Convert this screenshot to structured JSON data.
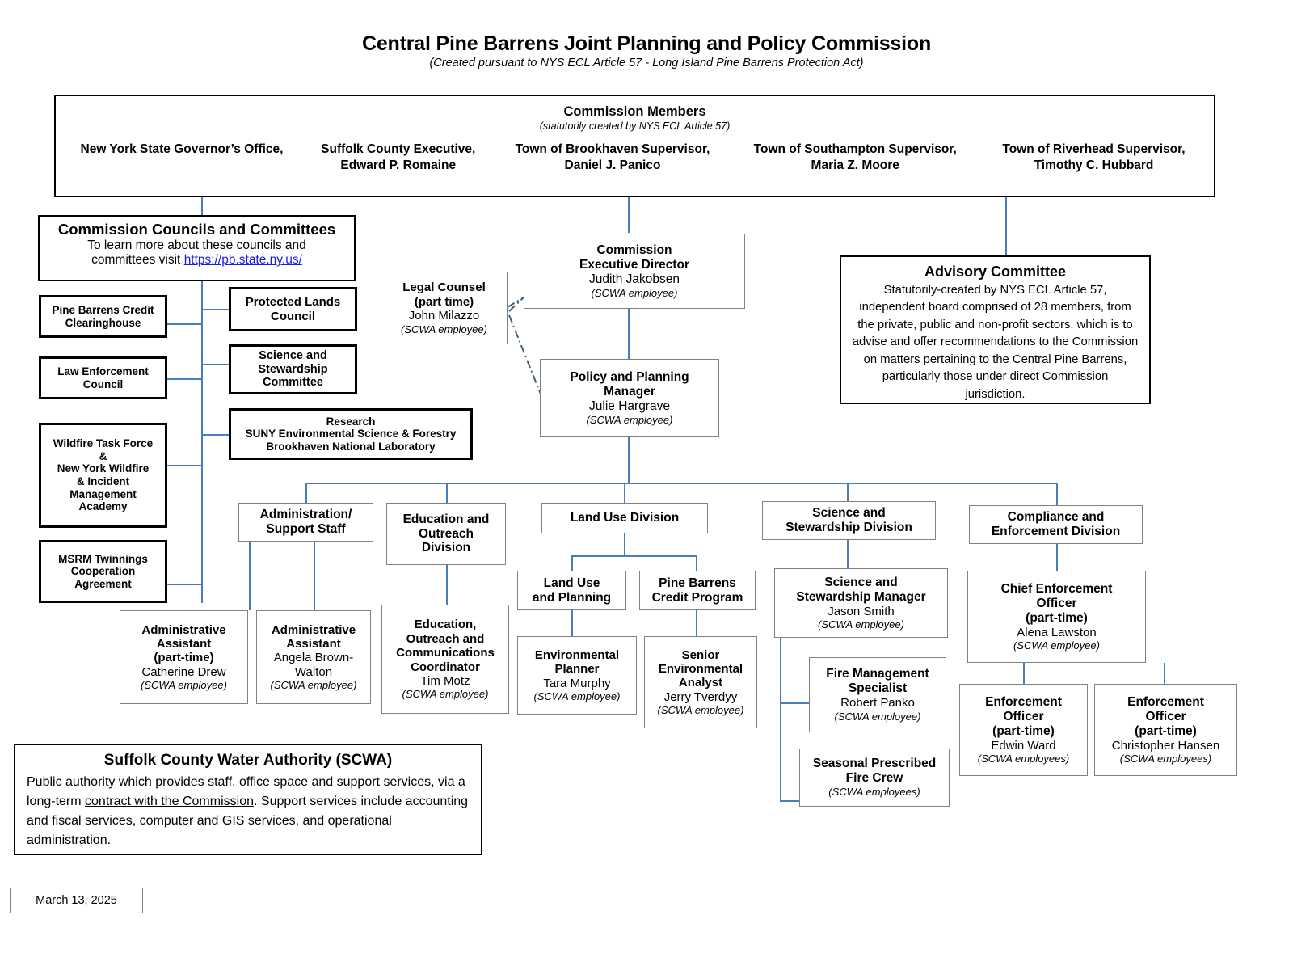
{
  "header": {
    "title": "Central Pine Barrens Joint Planning and Policy Commission",
    "subtitle": "(Created pursuant to NYS ECL Article 57 - Long Island Pine Barrens Protection Act)"
  },
  "commission_members": {
    "heading": "Commission Members",
    "note": "(statutorily created by NYS ECL Article 57)",
    "members": [
      {
        "role": "New York State Governor’s Office,",
        "name": ""
      },
      {
        "role": "Suffolk County Executive,",
        "name": "Edward P. Romaine"
      },
      {
        "role": "Town of Brookhaven Supervisor,",
        "name": "Daniel J. Panico"
      },
      {
        "role": "Town of Southampton Supervisor,",
        "name": "Maria Z. Moore"
      },
      {
        "role": "Town of Riverhead Supervisor,",
        "name": "Timothy C. Hubbard"
      }
    ]
  },
  "councils_panel": {
    "title": "Commission Councils and Committees",
    "text_line1": "To learn more about these councils and",
    "text_line2_prefix": "committees visit ",
    "link_text": "https://pb.state.ny.us/"
  },
  "councils_left": [
    {
      "line1": "Pine Barrens Credit",
      "line2": "Clearinghouse",
      "line3": "",
      "line4": "",
      "line5": "",
      "line6": ""
    },
    {
      "line1": "Law Enforcement",
      "line2": "Council",
      "line3": "",
      "line4": "",
      "line5": "",
      "line6": ""
    },
    {
      "line1": "Wildfire Task Force",
      "line2": "&",
      "line3": "New York Wildfire",
      "line4": "& Incident",
      "line5": "Management",
      "line6": "Academy"
    },
    {
      "line1": "MSRM Twinnings",
      "line2": "Cooperation",
      "line3": "Agreement",
      "line4": "",
      "line5": "",
      "line6": ""
    }
  ],
  "councils_right": [
    {
      "line1": "Protected Lands",
      "line2": "Council",
      "line3": ""
    },
    {
      "line1": "Science and",
      "line2": "Stewardship",
      "line3": "Committee"
    }
  ],
  "research": {
    "line1": "Research",
    "line2": "SUNY Environmental Science & Forestry",
    "line3": "Brookhaven National Laboratory"
  },
  "legal_counsel": {
    "title1": "Legal Counsel",
    "title2": "(part time)",
    "name": "John Milazzo",
    "note": "(SCWA employee)"
  },
  "executive_director": {
    "title1": "Commission",
    "title2": "Executive Director",
    "name": "Judith Jakobsen",
    "note": "(SCWA employee)"
  },
  "policy_manager": {
    "title1": "Policy and Planning",
    "title2": "Manager",
    "name": "Julie Hargrave",
    "note": "(SCWA employee)"
  },
  "advisory_committee": {
    "title": "Advisory Committee",
    "body": "Statutorily-created by NYS ECL Article 57, independent board comprised of 28 members, from the private, public and non-profit sectors, which is to advise and offer recommendations to the Commission on matters pertaining to the Central Pine Barrens, particularly those under direct Commission jurisdiction."
  },
  "divisions": {
    "administration": {
      "line1": "Administration/",
      "line2": "Support Staff"
    },
    "education": {
      "line1": "Education and",
      "line2": "Outreach",
      "line3": "Division"
    },
    "land_use": {
      "line1": "Land Use Division"
    },
    "science": {
      "line1": "Science and",
      "line2": "Stewardship Division"
    },
    "compliance": {
      "line1": "Compliance and",
      "line2": "Enforcement Division"
    }
  },
  "staff": {
    "admin_assistant_pt": {
      "title1": "Administrative",
      "title2": "Assistant",
      "title3": "(part-time)",
      "name": "Catherine Drew",
      "note": "(SCWA employee)"
    },
    "admin_assistant": {
      "title1": "Administrative",
      "title2": "Assistant",
      "title3": "",
      "name1": "Angela Brown-",
      "name2": "Walton",
      "note": "(SCWA employee)"
    },
    "education_coordinator": {
      "title1": "Education,",
      "title2": "Outreach and",
      "title3": "Communications",
      "title4": "Coordinator",
      "name": "Tim Motz",
      "note": "(SCWA employee)"
    },
    "land_use_planning": {
      "line1": "Land Use",
      "line2": "and Planning"
    },
    "pbc_program": {
      "line1": "Pine Barrens",
      "line2": "Credit Program"
    },
    "environmental_planner": {
      "title1": "Environmental",
      "title2": "Planner",
      "name": "Tara Murphy",
      "note": "(SCWA employee)"
    },
    "senior_env_analyst": {
      "title1": "Senior",
      "title2": "Environmental",
      "title3": "Analyst",
      "name": "Jerry Tverdyy",
      "note": "(SCWA employee)"
    },
    "science_manager": {
      "title1": "Science and",
      "title2": "Stewardship Manager",
      "name": "Jason Smith",
      "note": "(SCWA employee)"
    },
    "fire_specialist": {
      "title1": "Fire Management",
      "title2": "Specialist",
      "name": "Robert Panko",
      "note": "(SCWA employee)"
    },
    "fire_crew": {
      "title1": "Seasonal Prescribed",
      "title2": "Fire Crew",
      "note": "(SCWA employees)"
    },
    "chief_enforcement": {
      "title1": "Chief Enforcement",
      "title2": "Officer",
      "title3": "(part-time)",
      "name": "Alena Lawston",
      "note": "(SCWA employee)"
    },
    "enforcement_officer_1": {
      "title1": "Enforcement",
      "title2": "Officer",
      "title3": "(part-time)",
      "name": "Edwin Ward",
      "note": "(SCWA employees)"
    },
    "enforcement_officer_2": {
      "title1": "Enforcement",
      "title2": "Officer",
      "title3": "(part-time)",
      "name": "Christopher Hansen",
      "note": "(SCWA employees)"
    }
  },
  "scwa_panel": {
    "title": "Suffolk County Water Authority (SCWA)",
    "p1": "Public authority which provides staff, office space and support",
    "p2_pre": "services, via a long-term ",
    "p2_underline": "contract with the Commission",
    "p2_post": ". Support",
    "p3": "services include accounting and fiscal services, computer and GIS",
    "p4": "services, and operational administration."
  },
  "footer": {
    "date": "March 13, 2025"
  },
  "colors": {
    "connector": "#4a7ebb",
    "link": "#1a1ae6",
    "border_thin": "#808080",
    "border_thick": "#000000"
  }
}
